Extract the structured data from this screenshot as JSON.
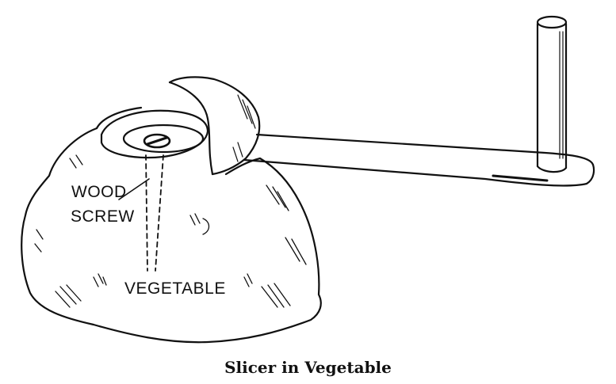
{
  "labels": {
    "wood": "WOOD",
    "screw": "SCREW",
    "vegetable": "VEGETABLE"
  },
  "caption": "Slicer in Vegetable",
  "colors": {
    "ink": "#111111",
    "paper": "#ffffff"
  }
}
